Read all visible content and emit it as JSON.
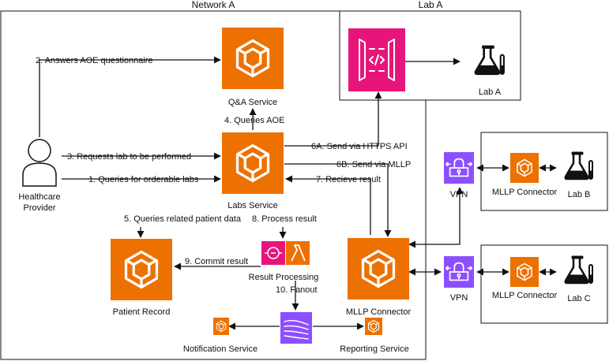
{
  "groups": {
    "network_a": "Network A",
    "lab_a": "Lab A"
  },
  "nodes": {
    "healthcare_provider": {
      "line1": "Healthcare",
      "line2": "Provider",
      "icon": "user-icon"
    },
    "qa_service": {
      "label": "Q&A Service",
      "icon": "container-service-icon",
      "color": "#ED7100"
    },
    "labs_service": {
      "label": "Labs Service",
      "icon": "container-service-icon",
      "color": "#ED7100"
    },
    "patient_record": {
      "label": "Patient Record",
      "icon": "container-service-icon",
      "color": "#ED7100"
    },
    "result_processing": {
      "label": "Result Processing",
      "icons": [
        "event-bridge-pipe-icon",
        "lambda-icon"
      ],
      "colors": [
        "#E7157B",
        "#ED7100"
      ]
    },
    "mllp_connector_main": {
      "label": "MLLP Connector",
      "icon": "container-service-icon",
      "color": "#ED7100"
    },
    "notification_service": {
      "label": "Notification Service",
      "icon": "container-service-icon",
      "color": "#ED7100"
    },
    "reporting_service": {
      "label": "Reporting Service",
      "icon": "container-service-icon",
      "color": "#ED7100"
    },
    "fanout": {
      "icon": "kinesis-stream-icon",
      "color": "#8C4FFF"
    },
    "api_gateway": {
      "icon": "api-gateway-icon",
      "color": "#E7157B"
    },
    "lab_a": {
      "label": "Lab A",
      "icon": "flask-icon"
    },
    "vpn_b": {
      "label": "VPN",
      "icon": "vpn-lock-icon",
      "color": "#8C4FFF"
    },
    "vpn_c": {
      "label": "VPN",
      "icon": "vpn-lock-icon",
      "color": "#8C4FFF"
    },
    "mllp_connector_b": {
      "label": "MLLP Connector",
      "icon": "container-service-icon",
      "color": "#ED7100"
    },
    "mllp_connector_c": {
      "label": "MLLP Connector",
      "icon": "container-service-icon",
      "color": "#ED7100"
    },
    "lab_b": {
      "label": "Lab B",
      "icon": "flask-icon"
    },
    "lab_c": {
      "label": "Lab C",
      "icon": "flask-icon"
    }
  },
  "edges": {
    "e2": "2. Answers AOE questionnaire",
    "e3": "3. Requests lab to be performed",
    "e1": "1. Queries for orderable labs",
    "e4": "4. Queries AOE",
    "e6a": "6A. Send via HTTPS API",
    "e6b": "6B. Send via MLLP",
    "e7": "7. Recieve result",
    "e5": "5. Queries related patient data",
    "e8": "8. Process result",
    "e9": "9. Commit result",
    "e10": "10. Fanout"
  }
}
